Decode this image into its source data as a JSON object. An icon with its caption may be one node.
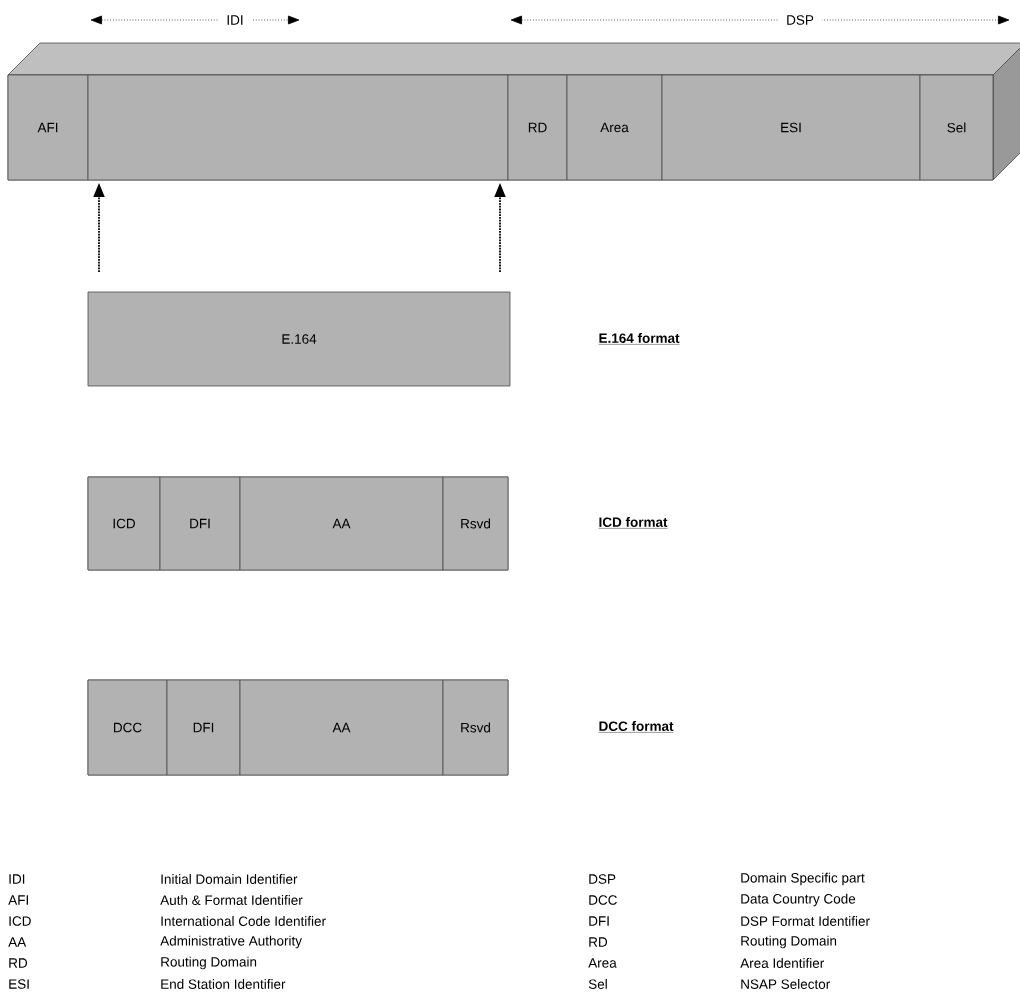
{
  "diagram": {
    "nodes": [
      {
        "text": [],
        "shape": "box"
      },
      {
        "text": [
          "AFI"
        ],
        "in": 0
      },
      {
        "text": [],
        "shape": "box",
        "in": 0
      },
      {
        "text": [
          "RD"
        ],
        "in": 0
      },
      {
        "text": [
          "Area"
        ],
        "in": 0
      },
      {
        "text": [
          "ESI"
        ],
        "in": 0
      },
      {
        "text": [
          "Sel"
        ],
        "in": 0
      },
      {
        "text": [
          "E.164"
        ]
      },
      {
        "text": [],
        "shape": "box"
      },
      {
        "text": [
          "ICD"
        ],
        "in": 8
      },
      {
        "text": [
          "DFI"
        ],
        "in": 8
      },
      {
        "text": [
          "AA"
        ],
        "in": 8
      },
      {
        "text": [
          "Rsvd"
        ],
        "in": 8
      },
      {
        "text": [],
        "shape": "box"
      },
      {
        "text": [
          "DCC"
        ],
        "in": 13
      },
      {
        "text": [
          "DFI"
        ],
        "in": 13
      },
      {
        "text": [
          "AA"
        ],
        "in": 13
      },
      {
        "text": [
          "Rsvd"
        ],
        "in": 13
      }
    ],
    "edges": [
      {
        "from": 7,
        "to": 2,
        "arrow": "to",
        "style": "dashed"
      },
      {
        "from": 7,
        "to": 2,
        "arrow": "to",
        "style": "dashed"
      }
    ],
    "labels": [
      "IDI",
      "DSP",
      "E.164 format",
      "ICD format",
      "DCC format",
      "IDI",
      "Initial Domain Identifier",
      "DSP",
      "Domain Specific part",
      "AFI",
      "Auth & Format Identifier",
      "DCC",
      "Data Country Code",
      "ICD",
      "International Code Identifier",
      "DFI",
      "DSP Format Identifier",
      "AA",
      "Administrative Authority",
      "RD",
      "Routing Domain",
      "RD",
      "Routing Domain",
      "Area",
      "Area Identifier",
      "ESI",
      "End Station Identifier",
      "Sel",
      "NSAP Selector"
    ]
  }
}
